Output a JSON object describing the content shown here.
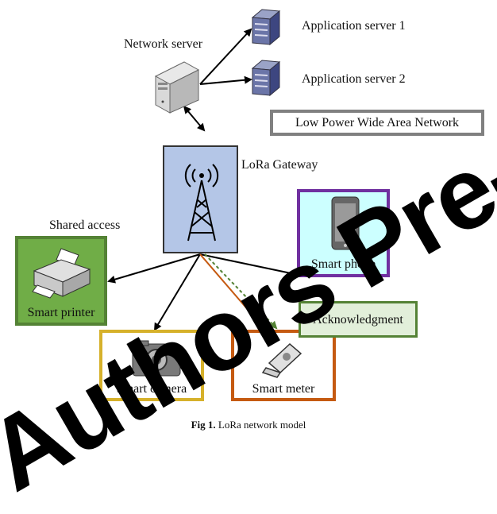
{
  "nodes": {
    "network_server": "Network server",
    "app_server_1": "Application server 1",
    "app_server_2": "Application server 2",
    "lpwan": "Low Power Wide Area Network",
    "gateway": "LoRa Gateway",
    "shared_access": "Shared access",
    "smart_printer": "Smart printer",
    "smart_phone": "Smart phone",
    "smart_camera": "Smart camera",
    "smart_meter": "Smart meter",
    "acknowledgment": "Acknowledgment"
  },
  "caption": {
    "prefix": "Fig 1.",
    "text": "LoRa network model"
  },
  "watermark": "Authors Pre-Proof",
  "colors": {
    "gateway_fill": "#b4c6e7",
    "printer_border": "#548235",
    "printer_fill": "#70ad47",
    "phone_border": "#7030a0",
    "phone_fill": "#ccffff",
    "camera_border": "#d6b12b",
    "meter_border": "#c55a11",
    "ack_border": "#548235",
    "ack_fill": "#e2efda",
    "lpwan_border": "#808080",
    "arrow_orange": "#c55a11",
    "arrow_green": "#548235"
  }
}
